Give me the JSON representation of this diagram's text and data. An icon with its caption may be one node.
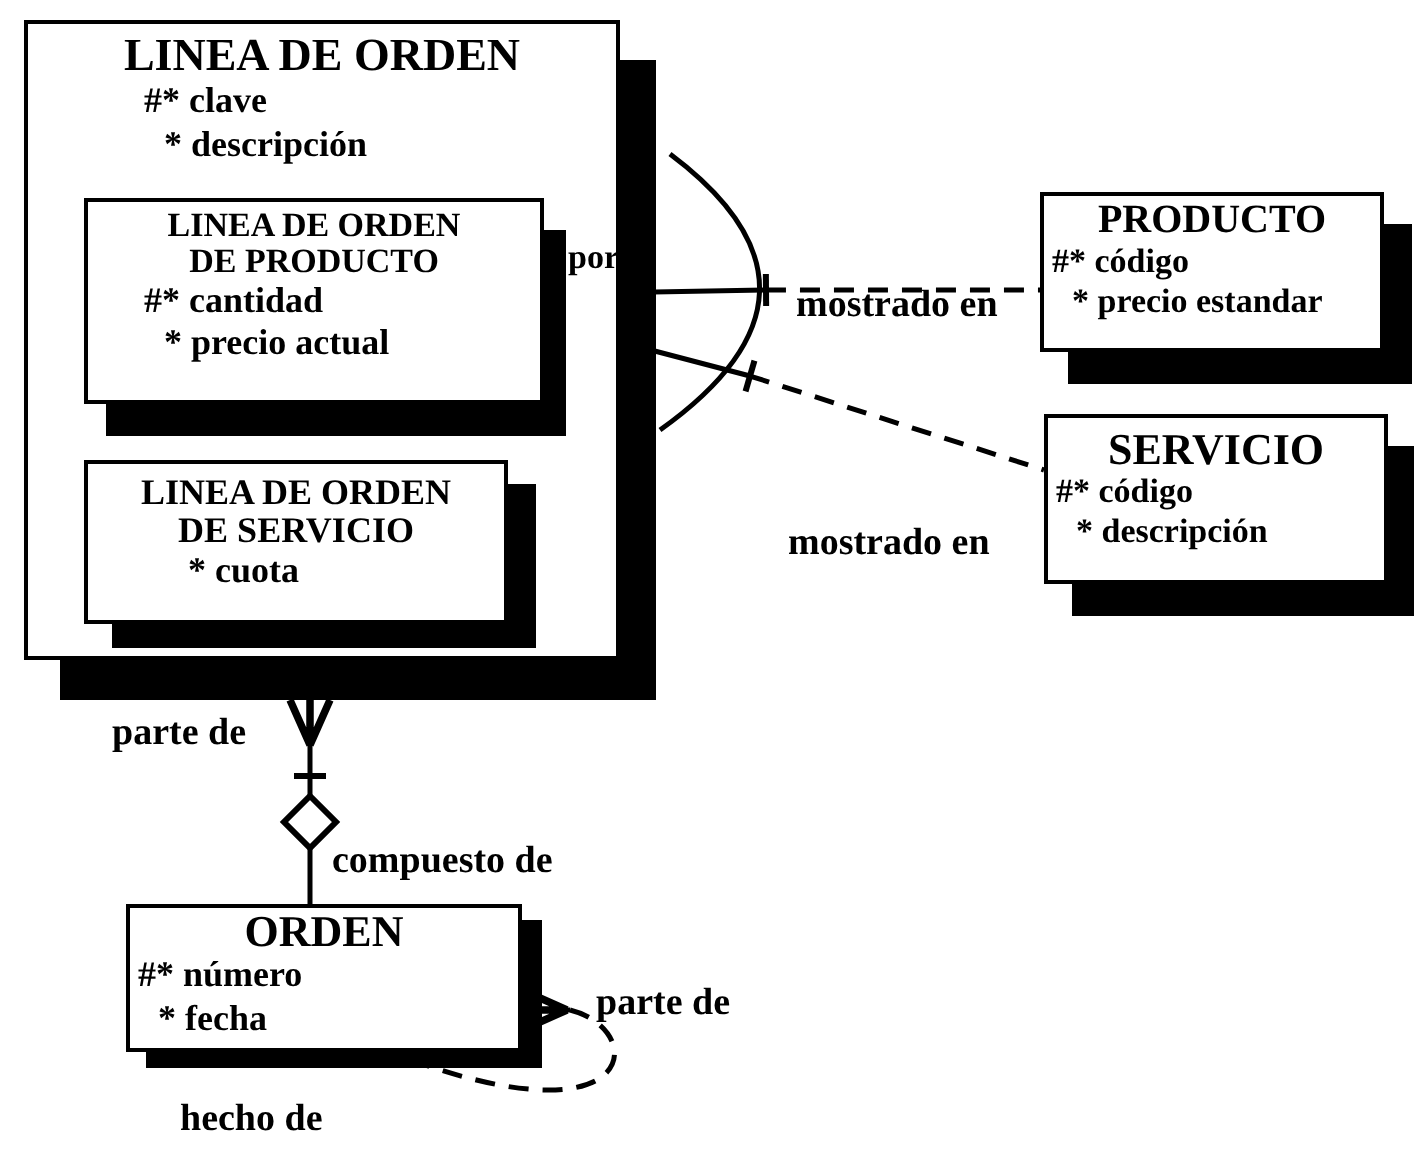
{
  "diagram": {
    "nodes": [
      {
        "text": [
          "LINEA DE ORDEN",
          "#* clave",
          "* descripción"
        ]
      },
      {
        "text": [
          "LINEA DE ORDEN DE PRODUCTO",
          "#* cantidad",
          "* precio actual"
        ],
        "in": 0
      },
      {
        "text": [
          "LINEA DE ORDEN DE SERVICIO",
          "* cuota"
        ],
        "in": 0
      },
      {
        "text": [
          "PRODUCTO",
          "#* código",
          "* precio estandar"
        ]
      },
      {
        "text": [
          "SERVICIO",
          "#* código",
          "* descripción"
        ]
      },
      {
        "text": [
          "ORDEN",
          "#* número",
          "* fecha"
        ]
      }
    ],
    "edges": [
      {
        "from": 1,
        "to": 3,
        "arrow": "other",
        "style": "dashed"
      },
      {
        "from": 1,
        "to": 4,
        "arrow": "other",
        "style": "dashed"
      },
      {
        "from": 0,
        "to": 5,
        "arrow": "other"
      },
      {
        "from": 5,
        "to": 5,
        "arrow": "other",
        "style": "dashed"
      }
    ],
    "labels": [
      "por",
      "mostrado en",
      "mostrado en",
      "parte de",
      "compuesto de",
      "parte de",
      "hecho de"
    ]
  }
}
